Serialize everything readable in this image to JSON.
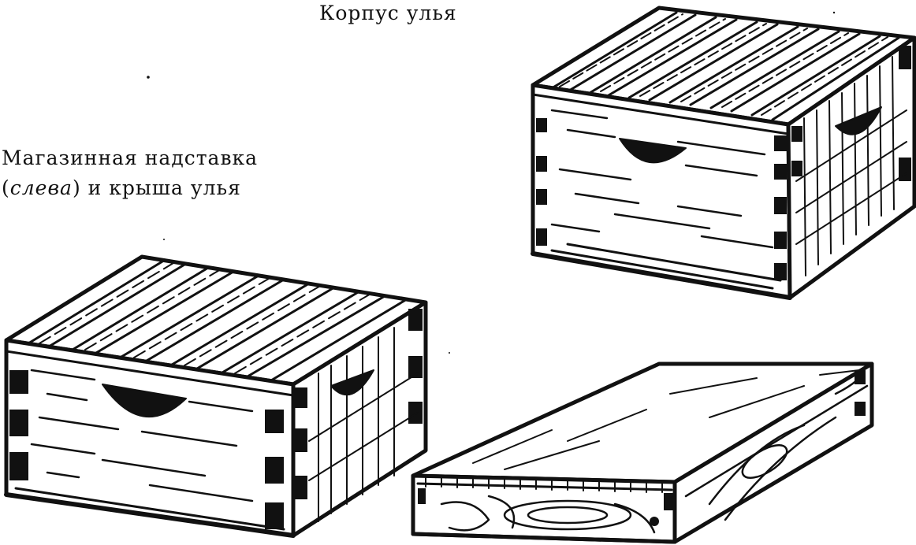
{
  "captions": {
    "hive_body": "Корпус улья",
    "super_line1": "Магазинная надставка",
    "super_line2_open": "(",
    "super_line2_italic": "слева",
    "super_line2_close": ")",
    "super_line2_rest": " и крыша улья"
  },
  "objects": [
    {
      "id": "hive-body",
      "name": "Корпус улья"
    },
    {
      "id": "honey-super",
      "name": "Магазинная надставка"
    },
    {
      "id": "hive-roof",
      "name": "крыша улья"
    }
  ],
  "colors": {
    "ink": "#111111",
    "paper": "#ffffff"
  }
}
